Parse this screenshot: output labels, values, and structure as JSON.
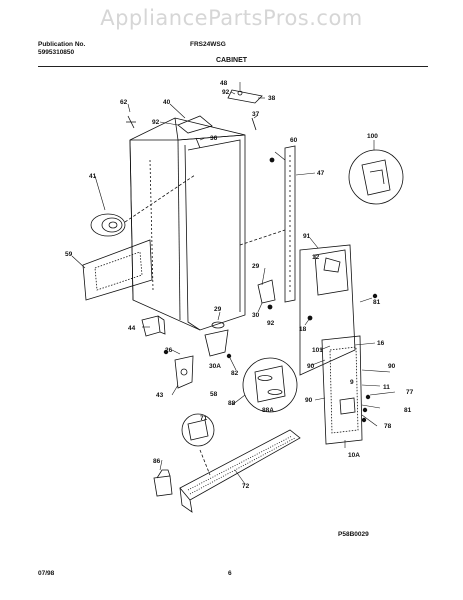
{
  "watermark": "AppliancePartsPros.com",
  "header": {
    "publication_label": "Publication No.",
    "publication_number": "5995310850",
    "model": "FRS24WSG",
    "section": "CABINET"
  },
  "callouts": {
    "c48": "48",
    "c92a": "92",
    "c38": "38",
    "c62": "62",
    "c40": "40",
    "c37": "37",
    "c92b": "92",
    "c36": "36",
    "c60": "60",
    "c100": "100",
    "c41": "41",
    "c47": "47",
    "c91": "91",
    "c12": "12",
    "c59": "59",
    "c29": "29",
    "c81a": "81",
    "c30": "30",
    "c92c": "92",
    "c18": "18",
    "c44": "44",
    "c29b": "29",
    "c16": "16",
    "c26": "26",
    "c101": "101",
    "c90a": "90",
    "c30a": "30A",
    "c82": "82",
    "c90b": "90",
    "c43": "43",
    "c58": "58",
    "c11": "11",
    "c77": "77",
    "c90c": "90",
    "c88": "88",
    "c88a": "88A",
    "c81b": "81",
    "c71": "71",
    "c78": "78",
    "c10a": "10A",
    "c86": "86",
    "c72": "72",
    "c9": "9"
  },
  "footer": {
    "figure_code": "P58B0029",
    "date": "07/98",
    "page": "6"
  }
}
